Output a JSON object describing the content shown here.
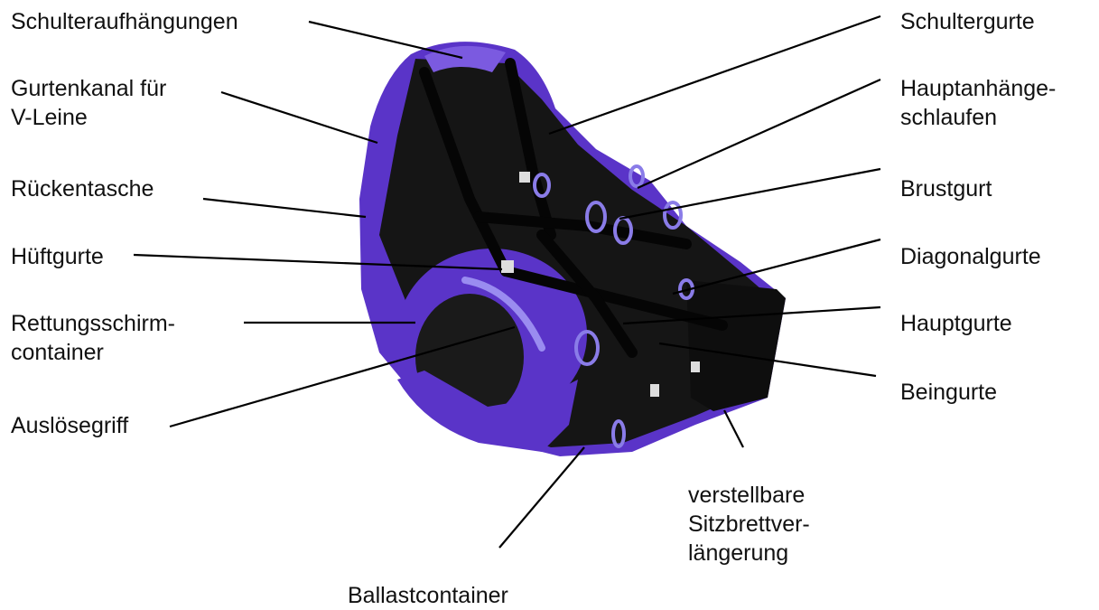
{
  "labels": {
    "schulteraufhaengungen": "Schulteraufhängungen",
    "gurtenkanal": "Gurtenkanal für\nV-Leine",
    "rueckentasche": "Rückentasche",
    "hueftgurte": "Hüftgurte",
    "rettungsschirm": "Rettungsschirm-\ncontainer",
    "ausloesegriff": "Auslösegriff",
    "schultergurte": "Schultergurte",
    "hauptanhaenge": "Hauptanhänge-\nschlaufen",
    "brustgurt": "Brustgurt",
    "diagonalgurte": "Diagonalgurte",
    "hauptgurte": "Hauptgurte",
    "beingurte": "Beingurte",
    "sitzbrett": "verstellbare\nSitzbrettver-\nlängerung",
    "ballastcontainer": "Ballastcontainer"
  },
  "colors": {
    "shell_purple": "#5a34c8",
    "shell_purple_light": "#7b5ae0",
    "webbing_black": "#141414",
    "leader_line": "#000000",
    "carabiner": "#8a7ce8",
    "background": "#ffffff"
  }
}
